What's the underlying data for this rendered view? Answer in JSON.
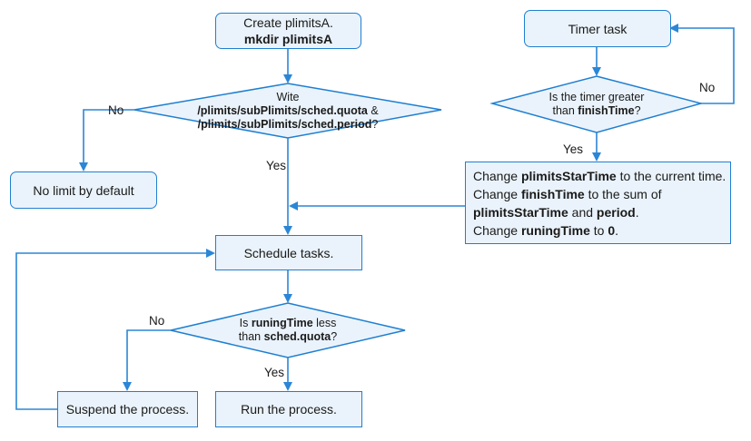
{
  "colors": {
    "stroke": "#1f7fd1",
    "fill": "#eaf3fb",
    "arrow": "#2b86d6"
  },
  "left_flow": {
    "create_box": {
      "line1": "Create plimitsA.",
      "line2": "mkdir plimitsA"
    },
    "write_decision": {
      "line1": "Wite",
      "line2_bold": "/plimits/subPlimits/sched.quota",
      "line2_tail": " &",
      "line3_bold": "/plimits/subPlimits/sched.period",
      "line3_tail": "?"
    },
    "no_label_1": "No",
    "yes_label_1": "Yes",
    "no_limit_box": "No limit by default",
    "schedule_box": "Schedule tasks.",
    "runtime_decision": {
      "line1_pre": "Is ",
      "line1_bold": "runingTime",
      "line1_post": " less",
      "line2_pre": "than ",
      "line2_bold": "sched.quota",
      "line2_post": "?"
    },
    "no_label_2": "No",
    "yes_label_2": "Yes",
    "suspend_box": "Suspend the process.",
    "run_box": "Run the process."
  },
  "right_flow": {
    "timer_box": "Timer task",
    "timer_decision": {
      "line1": "Is the timer greater",
      "line2_pre": "than ",
      "line2_bold": "finishTime",
      "line2_post": "?"
    },
    "no_label": "No",
    "yes_label": "Yes",
    "change_box": {
      "l1_pre": "Change ",
      "l1_bold": "plimitsStarTime",
      "l1_post": " to the current time.",
      "l2_pre": "Change ",
      "l2_bold": "finishTime",
      "l2_post": " to the sum of",
      "l3_bold1": "plimitsStarTime",
      "l3_mid": " and ",
      "l3_bold2": "period",
      "l3_post": ".",
      "l4_pre": "Change ",
      "l4_bold": "runingTime",
      "l4_mid": " to ",
      "l4_bold2": "0",
      "l4_post": "."
    }
  }
}
